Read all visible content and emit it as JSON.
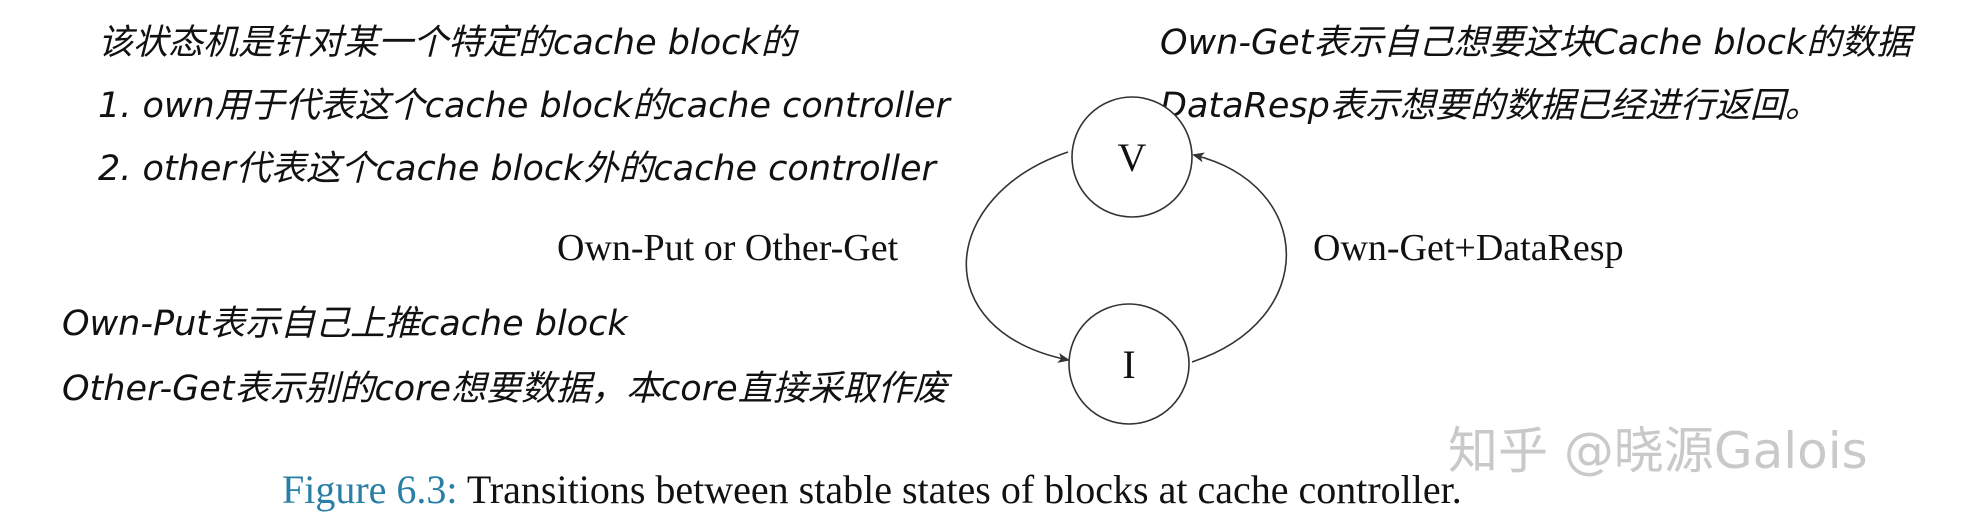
{
  "notes": {
    "top_left": [
      "该状态机是针对某一个特定的cache block的",
      "1. own用于代表这个cache block的cache controller",
      "2. other代表这个cache block外的cache controller"
    ],
    "top_right": [
      "Own-Get表示自己想要这块Cache block的数据",
      "DataResp表示想要的数据已经进行返回。"
    ],
    "bottom_left": [
      "Own-Put表示自己上推cache block",
      "Other-Get表示别的core想要数据，本core直接采取作废"
    ]
  },
  "diagram": {
    "states": [
      {
        "id": "V",
        "label": "V"
      },
      {
        "id": "I",
        "label": "I"
      }
    ],
    "transitions": [
      {
        "from": "V",
        "to": "I",
        "label": "Own-Put or Other-Get"
      },
      {
        "from": "I",
        "to": "V",
        "label": "Own-Get+DataResp"
      }
    ]
  },
  "caption": {
    "number": "Figure 6.3:",
    "text": " Transitions between stable states of blocks at cache controller."
  },
  "watermark": "知乎 @晓源Galois",
  "colors": {
    "caption_number": "#2a7fa6",
    "ink": "#111111",
    "watermark": "#c9c9c9"
  }
}
